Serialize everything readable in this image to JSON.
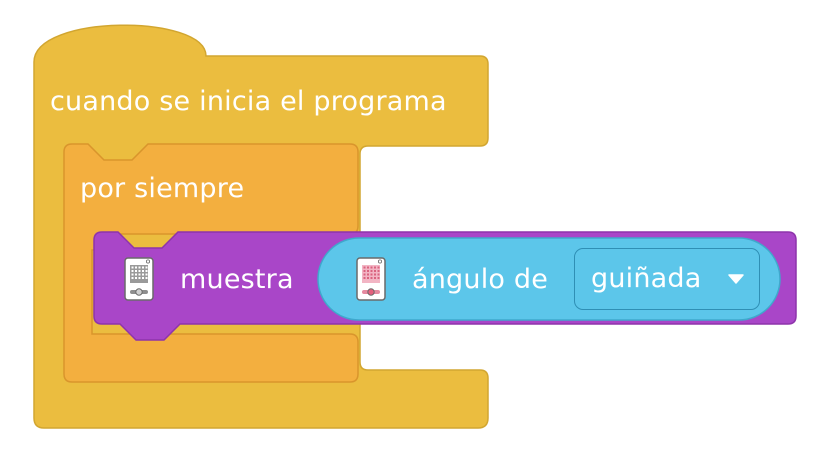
{
  "colors": {
    "event_block": "#EBBD3F",
    "loop_block": "#F3AF3F",
    "display_block": "#A946C8",
    "reporter": "#5CC6EA",
    "text": "#FFFFFF"
  },
  "script": {
    "hat_block": {
      "label": "cuando se inicia el programa"
    },
    "loop_block": {
      "label": "por siempre"
    },
    "display_block": {
      "label": "muestra",
      "icon": "hub-matrix-icon",
      "reporter": {
        "icon": "hub-matrix-icon",
        "label": "ángulo de",
        "dropdown": {
          "selected": "guiñada",
          "icon": "caret-down-icon"
        }
      }
    }
  }
}
